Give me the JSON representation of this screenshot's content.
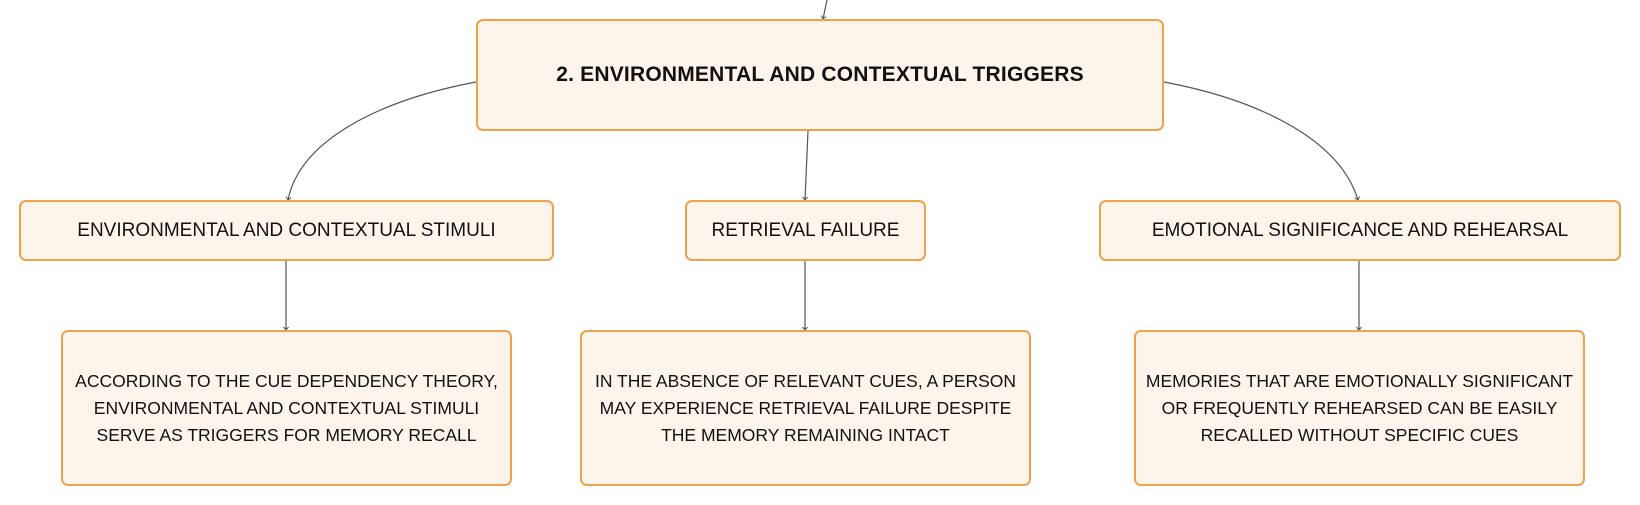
{
  "diagram": {
    "root": {
      "label": "2. ENVIRONMENTAL AND CONTEXTUAL TRIGGERS"
    },
    "branches": [
      {
        "label": "ENVIRONMENTAL AND CONTEXTUAL STIMULI",
        "detail": "ACCORDING TO THE CUE DEPENDENCY THEORY, ENVIRONMENTAL AND CONTEXTUAL STIMULI SERVE AS TRIGGERS FOR MEMORY RECALL"
      },
      {
        "label": "RETRIEVAL FAILURE",
        "detail": "IN THE ABSENCE OF RELEVANT CUES, A PERSON MAY EXPERIENCE RETRIEVAL FAILURE DESPITE THE MEMORY REMAINING INTACT"
      },
      {
        "label": "EMOTIONAL SIGNIFICANCE AND REHEARSAL",
        "detail": "MEMORIES THAT ARE EMOTIONALLY SIGNIFICANT OR FREQUENTLY REHEARSED CAN BE EASILY RECALLED WITHOUT SPECIFIC CUES"
      }
    ],
    "colors": {
      "node_border": "#f0a24a",
      "node_fill": "#fdf5ec",
      "connector": "#555555"
    }
  }
}
